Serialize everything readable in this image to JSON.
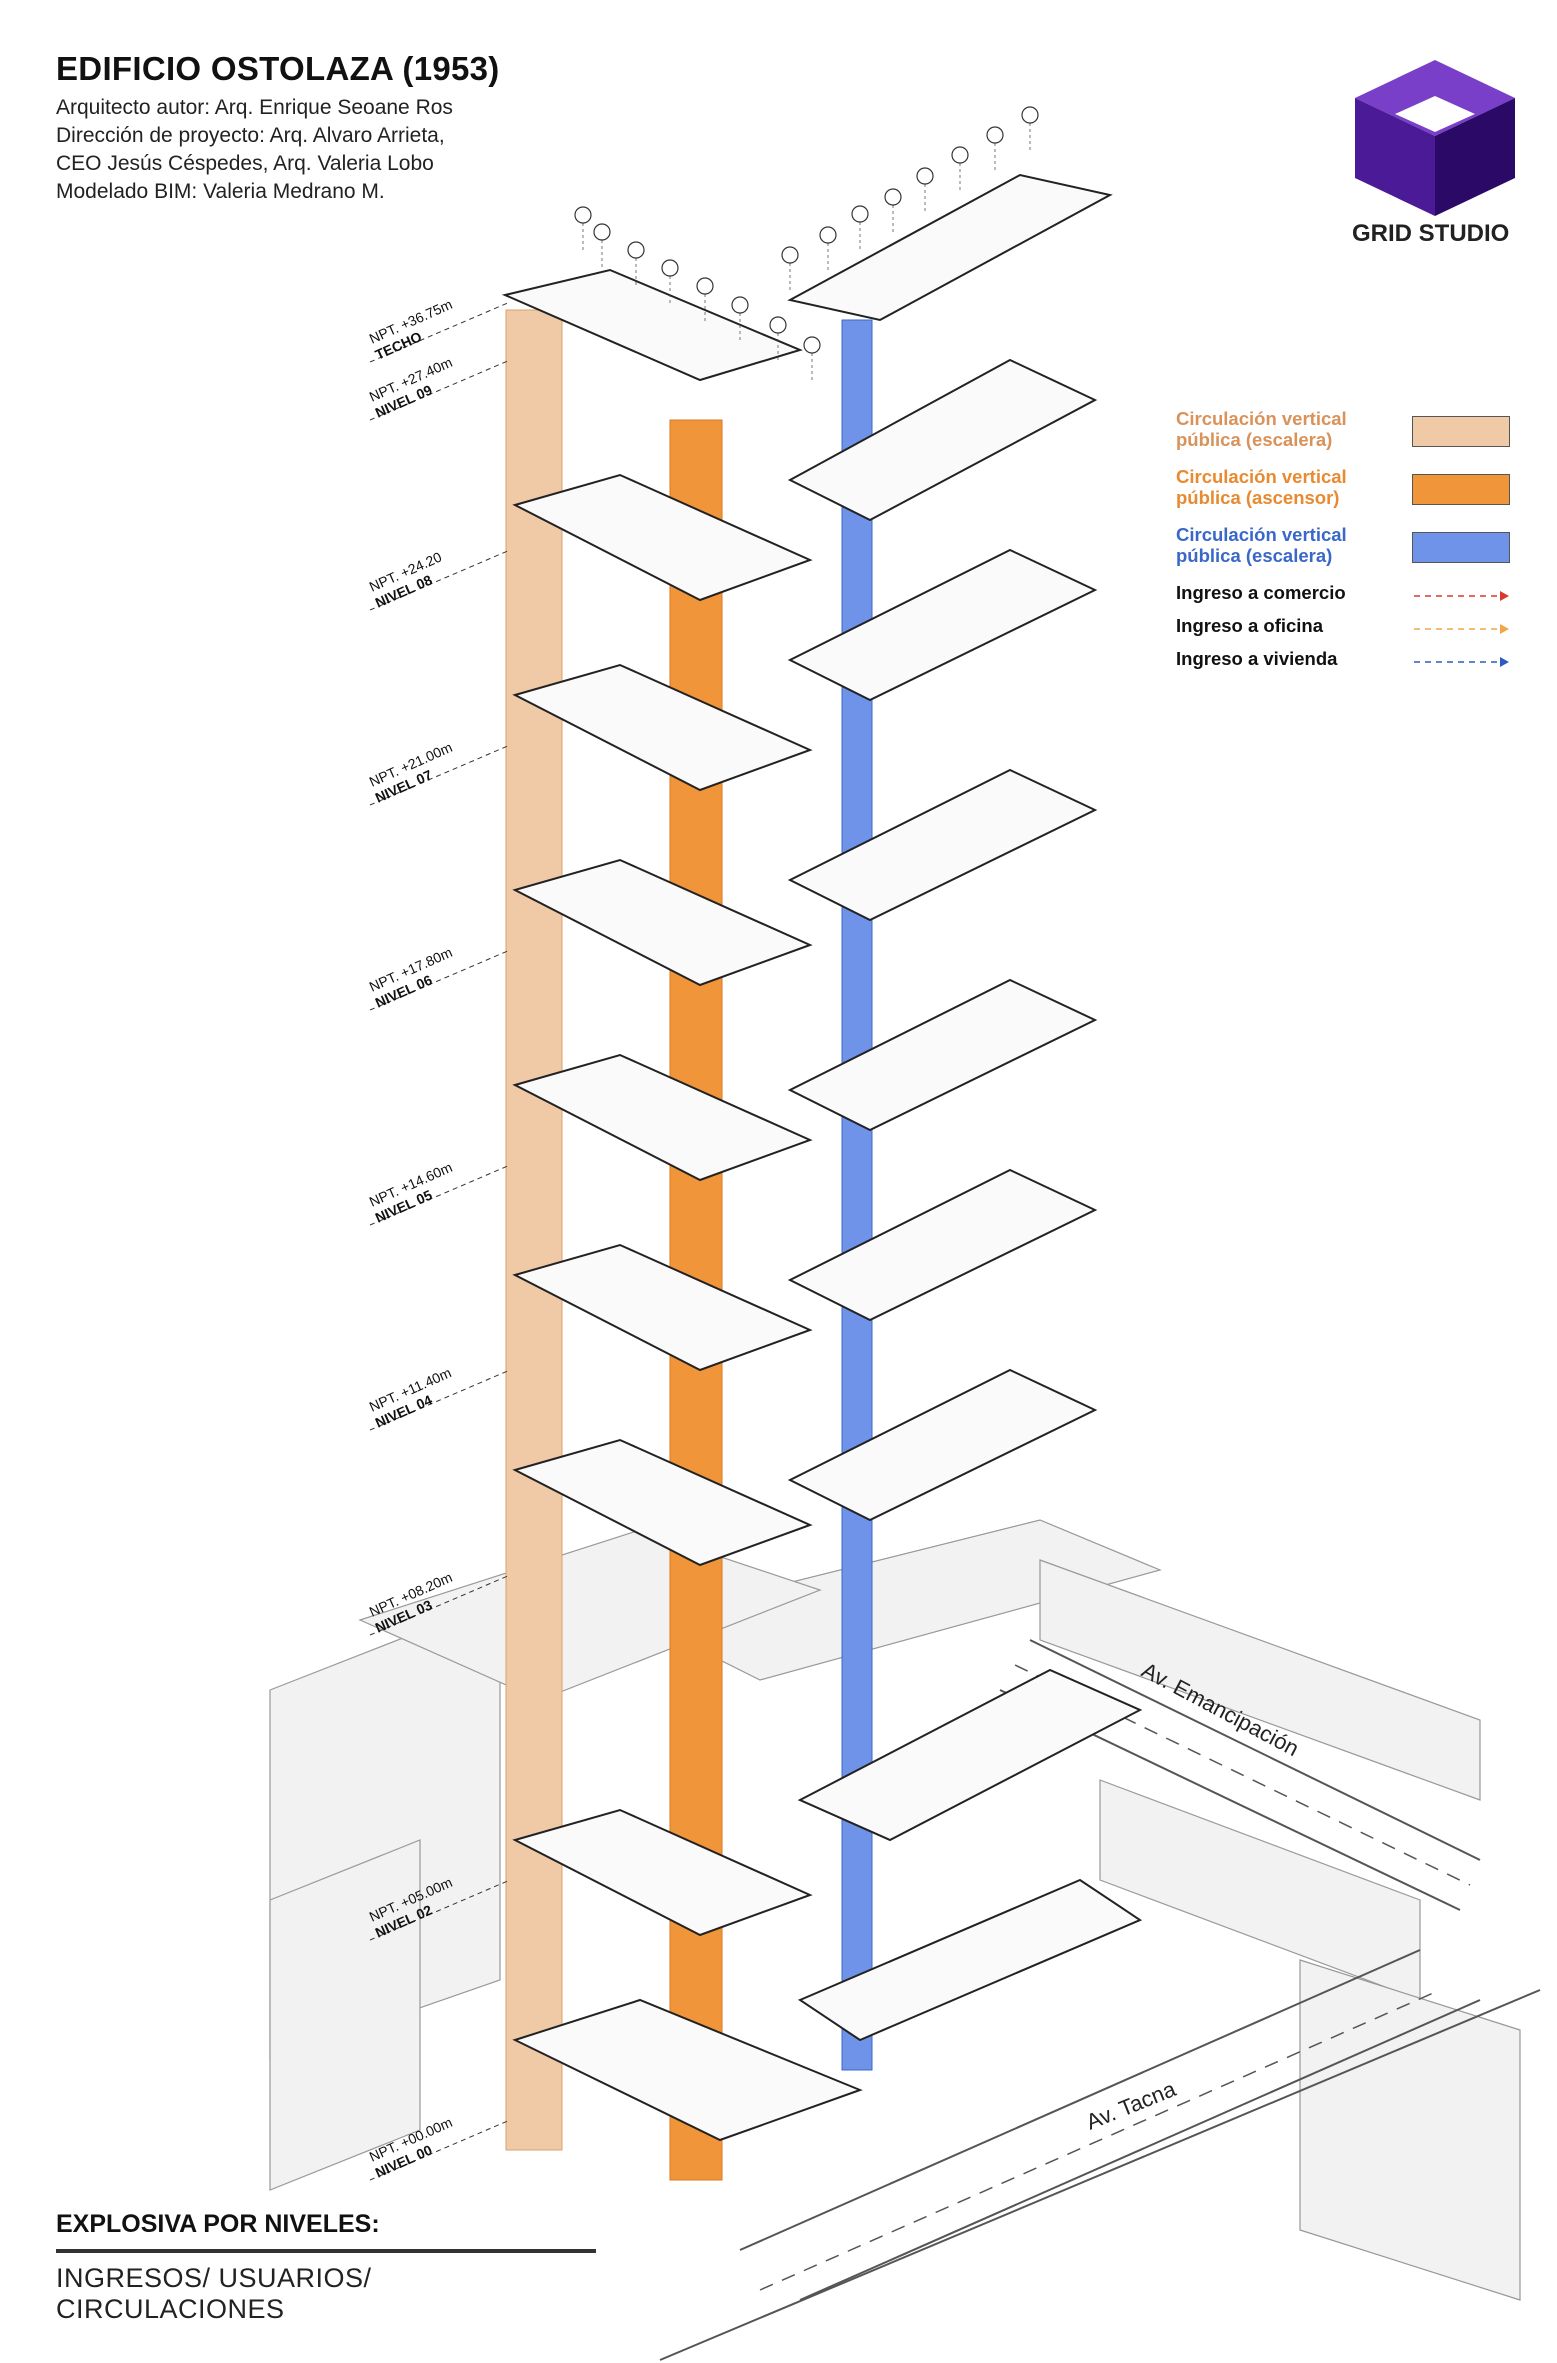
{
  "header": {
    "title": "EDIFICIO OSTOLAZA (1953)",
    "credits": [
      "Arquitecto autor: Arq. Enrique Seoane Ros",
      "Dirección de proyecto: Arq. Alvaro Arrieta,",
      "CEO Jesús Céspedes, Arq. Valeria Lobo",
      "Modelado BIM: Valeria Medrano M."
    ]
  },
  "logo": {
    "text": "GRID STUDIO",
    "colors": {
      "top": "#7a3fc9",
      "left": "#4b1a96",
      "right": "#2a0a66"
    }
  },
  "legend": [
    {
      "label": "Circulación vertical pública (escalera)",
      "kind": "swatch",
      "text_color": "#d9925a",
      "color": "#f0c9a6"
    },
    {
      "label": "Circulación vertical pública (ascensor)",
      "kind": "swatch",
      "text_color": "#e88a2f",
      "color": "#f0953a"
    },
    {
      "label": "Circulación vertical pública (escalera)",
      "kind": "swatch",
      "text_color": "#3a68c9",
      "color": "#6f93e8"
    },
    {
      "label": "Ingreso a comercio",
      "kind": "arrow",
      "text_color": "#111111",
      "color": "#d93a2b"
    },
    {
      "label": "Ingreso a oficina",
      "kind": "arrow",
      "text_color": "#111111",
      "color": "#f0a64a"
    },
    {
      "label": "Ingreso a vivienda",
      "kind": "arrow",
      "text_color": "#111111",
      "color": "#2f5bbf"
    }
  ],
  "levels": [
    {
      "npt": "NPT. +36.75m",
      "name": "TECHO"
    },
    {
      "npt": "NPT. +27.40m",
      "name": "NIVEL 09"
    },
    {
      "npt": "NPT. +24.20",
      "name": "NIVEL 08"
    },
    {
      "npt": "NPT. +21.00m",
      "name": "NIVEL 07"
    },
    {
      "npt": "NPT. +17.80m",
      "name": "NIVEL 06"
    },
    {
      "npt": "NPT. +14.60m",
      "name": "NIVEL 05"
    },
    {
      "npt": "NPT. +11.40m",
      "name": "NIVEL 04"
    },
    {
      "npt": "NPT. +08.20m",
      "name": "NIVEL 03"
    },
    {
      "npt": "NPT. +05.00m",
      "name": "NIVEL 02"
    },
    {
      "npt": "NPT. +00.00m",
      "name": "NIVEL 00"
    }
  ],
  "streets": [
    "Av. Emancipación",
    "Av. Tacna"
  ],
  "watermark": "GRID STUDIO",
  "circulation_colors": {
    "stair_light": "#f0c9a6",
    "elevator": "#f0953a",
    "stair_blue": "#6f93e8"
  },
  "footer": {
    "title": "EXPLOSIVA POR NIVELES:",
    "subtitle": "INGRESOS/ USUARIOS/ CIRCULACIONES"
  }
}
